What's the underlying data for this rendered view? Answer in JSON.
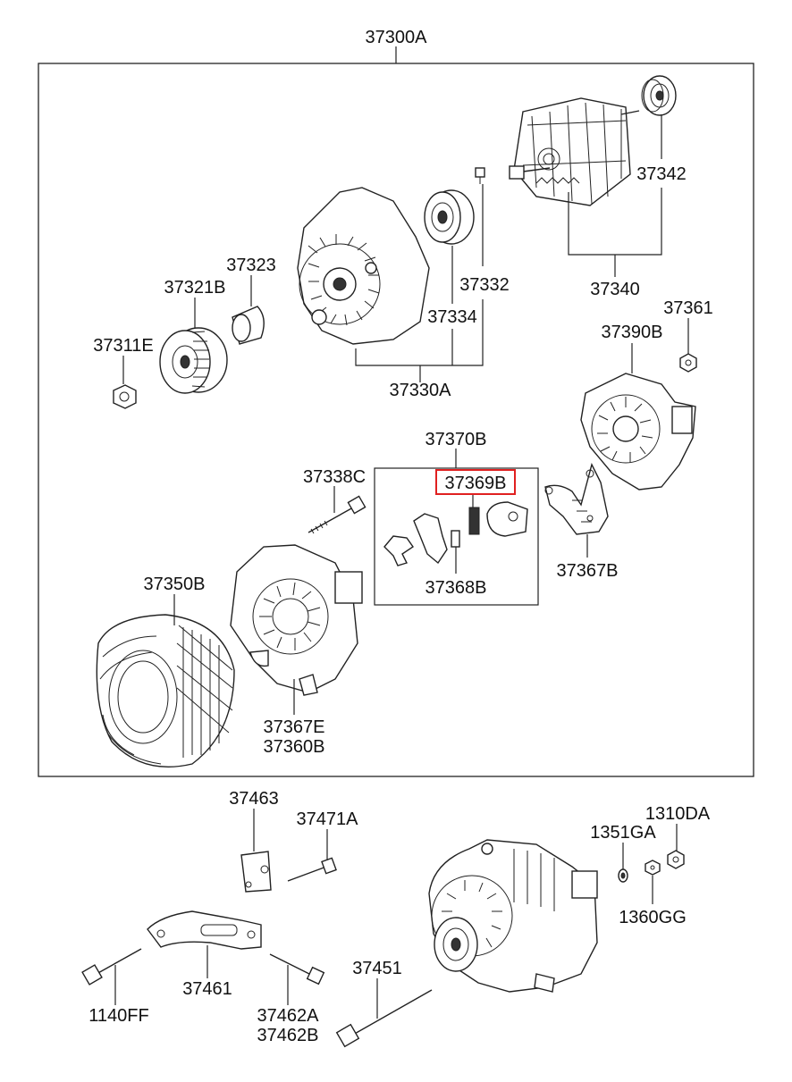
{
  "labels": {
    "p37300A": "37300A",
    "p37342": "37342",
    "p37340": "37340",
    "p37332": "37332",
    "p37334": "37334",
    "p37323": "37323",
    "p37321B": "37321B",
    "p37311E": "37311E",
    "p37330A": "37330A",
    "p37361": "37361",
    "p37390B": "37390B",
    "p37370B": "37370B",
    "p37369B": "37369B",
    "p37338C": "37338C",
    "p37368B": "37368B",
    "p37367B": "37367B",
    "p37350B": "37350B",
    "p37367E": "37367E",
    "p37360B": "37360B",
    "p37463": "37463",
    "p37471A": "37471A",
    "p1310DA": "1310DA",
    "p1351GA": "1351GA",
    "p1360GG": "1360GG",
    "p37451": "37451",
    "p37461": "37461",
    "p1140FF": "1140FF",
    "p37462A": "37462A",
    "p37462B": "37462B"
  },
  "highlight": {
    "part": "37369B",
    "color": "#e02020"
  }
}
